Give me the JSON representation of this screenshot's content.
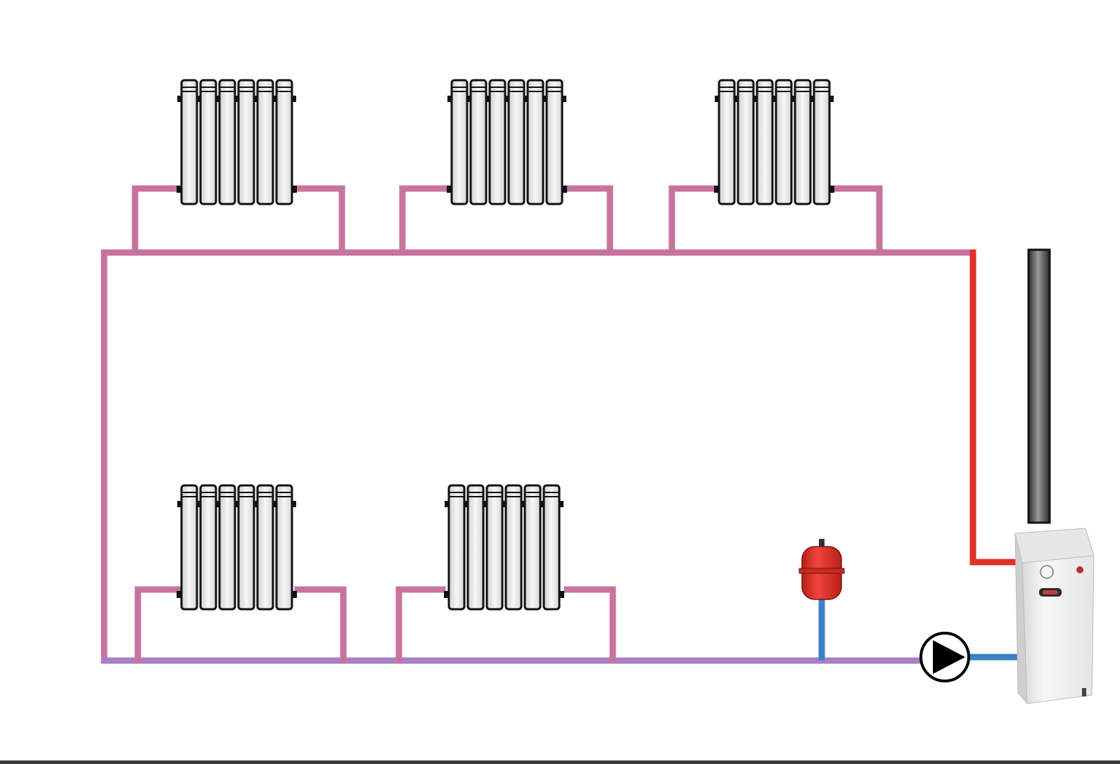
{
  "colors": {
    "background": "#ffffff",
    "flow_pipe": "#c8739e",
    "return_pipe": "#a781c4",
    "hot_supply": "#e0312b",
    "cold_return": "#3b82c4",
    "expansion_tank": "#e8332a",
    "radiator_fill": "#eeeeee",
    "radiator_outline": "#111111",
    "chimney": "#555555",
    "boiler": "#f2f2f2"
  },
  "radiators": [
    {
      "id": "top-left",
      "sections": 6
    },
    {
      "id": "top-middle",
      "sections": 6
    },
    {
      "id": "top-right",
      "sections": 6
    },
    {
      "id": "bottom-left",
      "sections": 6
    },
    {
      "id": "bottom-middle",
      "sections": 6
    }
  ],
  "components": {
    "boiler": "boiler-icon",
    "pump": "circulation-pump-icon",
    "expansion_tank": "expansion-tank-icon",
    "chimney": "chimney-flue-icon"
  }
}
